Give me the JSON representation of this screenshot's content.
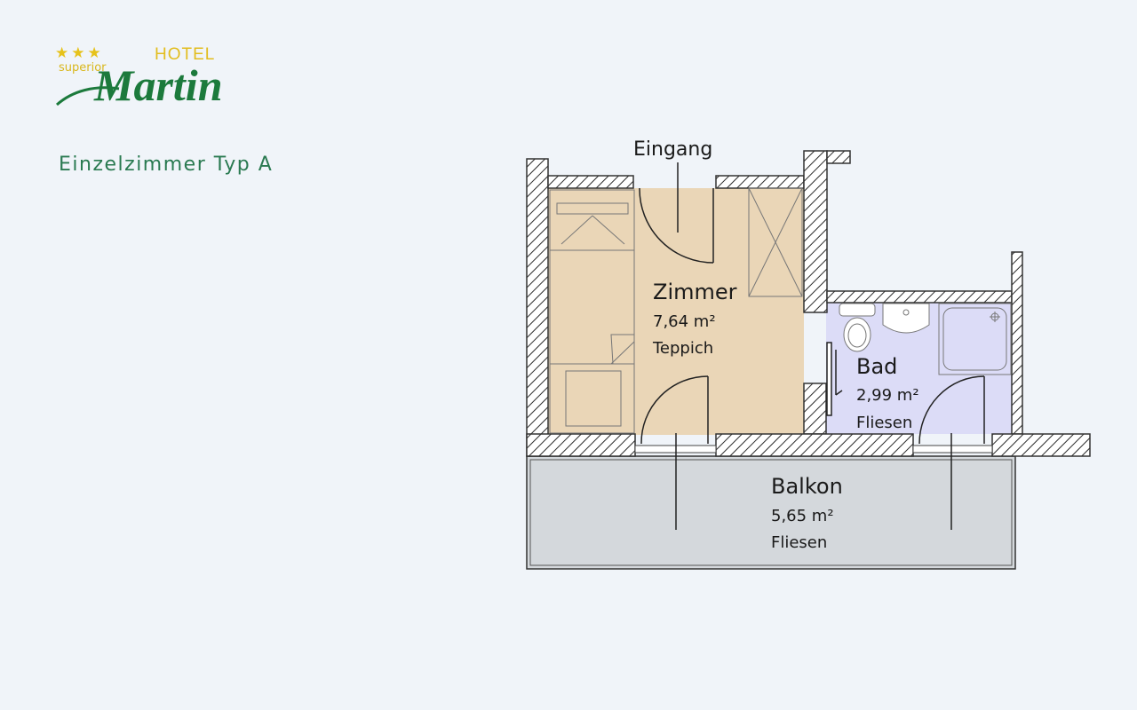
{
  "logo": {
    "stars": "★★★",
    "superior": "superior",
    "hotel": "HOTEL",
    "name": "Martin"
  },
  "room_type": "Einzelzimmer Typ A",
  "plan": {
    "entrance": "Eingang",
    "rooms": {
      "zimmer": {
        "name": "Zimmer",
        "area": "7,64 m²",
        "floor": "Teppich"
      },
      "bad": {
        "name": "Bad",
        "area": "2,99 m²",
        "floor": "Fliesen"
      },
      "balkon": {
        "name": "Balkon",
        "area": "5,65 m²",
        "floor": "Fliesen"
      }
    }
  },
  "colors": {
    "zimmer_fill": "#ead6b7",
    "bad_fill": "#dcdcf7",
    "balkon_fill": "#d4d8dc",
    "logo_green": "#1c7a3c",
    "logo_gold": "#e2bd1e",
    "title_green": "#2a7a51"
  }
}
